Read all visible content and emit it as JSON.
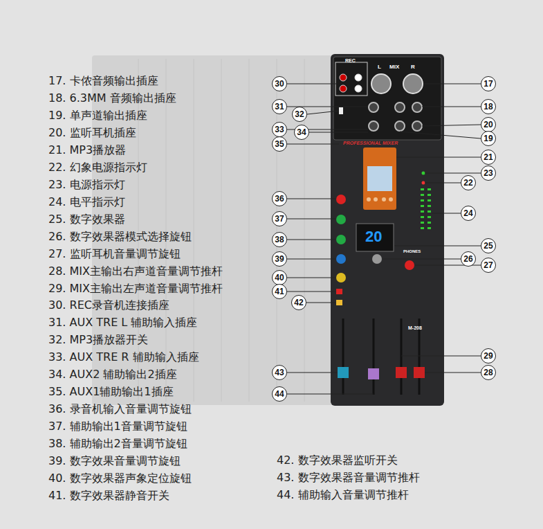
{
  "diagram": {
    "nodes": [
      {
        "text": [
          "30"
        ]
      },
      {
        "text": [
          "17"
        ]
      },
      {
        "text": [
          "31"
        ]
      },
      {
        "text": [
          "32"
        ]
      },
      {
        "text": [
          "18"
        ]
      },
      {
        "text": [
          "33"
        ]
      },
      {
        "text": [
          "20"
        ]
      },
      {
        "text": [
          "34"
        ]
      },
      {
        "text": [
          "19"
        ]
      },
      {
        "text": [
          "35"
        ]
      },
      {
        "text": [
          "21"
        ]
      },
      {
        "text": [
          "23"
        ]
      },
      {
        "text": [
          "22"
        ]
      },
      {
        "text": [
          "24"
        ]
      },
      {
        "text": [
          "36"
        ]
      },
      {
        "text": [
          "37"
        ]
      },
      {
        "text": [
          "38"
        ]
      },
      {
        "text": [
          "25"
        ]
      },
      {
        "text": [
          "39"
        ]
      },
      {
        "text": [
          "26"
        ]
      },
      {
        "text": [
          "27"
        ]
      },
      {
        "text": [
          "40"
        ]
      },
      {
        "text": [
          "41"
        ]
      },
      {
        "text": [
          "42"
        ]
      },
      {
        "text": [
          "29"
        ]
      },
      {
        "text": [
          "43"
        ]
      },
      {
        "text": [
          "28"
        ]
      },
      {
        "text": [
          "44"
        ]
      }
    ],
    "labels": [
      "17. 卡侬音频输出插座",
      "18. 6.3MM 音频输出插座",
      "19. 单声道输出插座",
      "20. 监听耳机插座",
      "21. MP3播放器",
      "22. 幻象电源指示灯",
      "23. 电源指示灯",
      "24. 电平指示灯",
      "25. 数字效果器",
      "26. 数字效果器模式选择旋钮",
      "27. 监听耳机音量调节旋钮",
      "28. MIX主输出右声道音量调节推杆",
      "29. MIX主输出左声道音量调节推杆",
      "30. REC录音机连接插座",
      "31. AUX TRE L 辅助输入插座",
      "32. MP3播放器开关",
      "33. AUX TRE R 辅助输入插座",
      "34. AUX2 辅助输出2插座",
      "35. AUX1辅助输出1插座",
      "36. 录音机输入音量调节旋钮",
      "37. 辅助输出1音量调节旋钮",
      "38. 辅助输出2音量调节旋钮",
      "39. 数字效果音量调节旋钮",
      "40. 数字效果器声象定位旋钮",
      "41. 数字效果器静音开关",
      "42. 数字效果器监听开关",
      "43. 数字效果器音量调节推杆",
      "44. 辅助输入音量调节推杆",
      "REC",
      "L",
      "MIX",
      "R",
      "PROFESSIONAL MIXER",
      "20",
      "PHONES",
      "M-208"
    ]
  }
}
